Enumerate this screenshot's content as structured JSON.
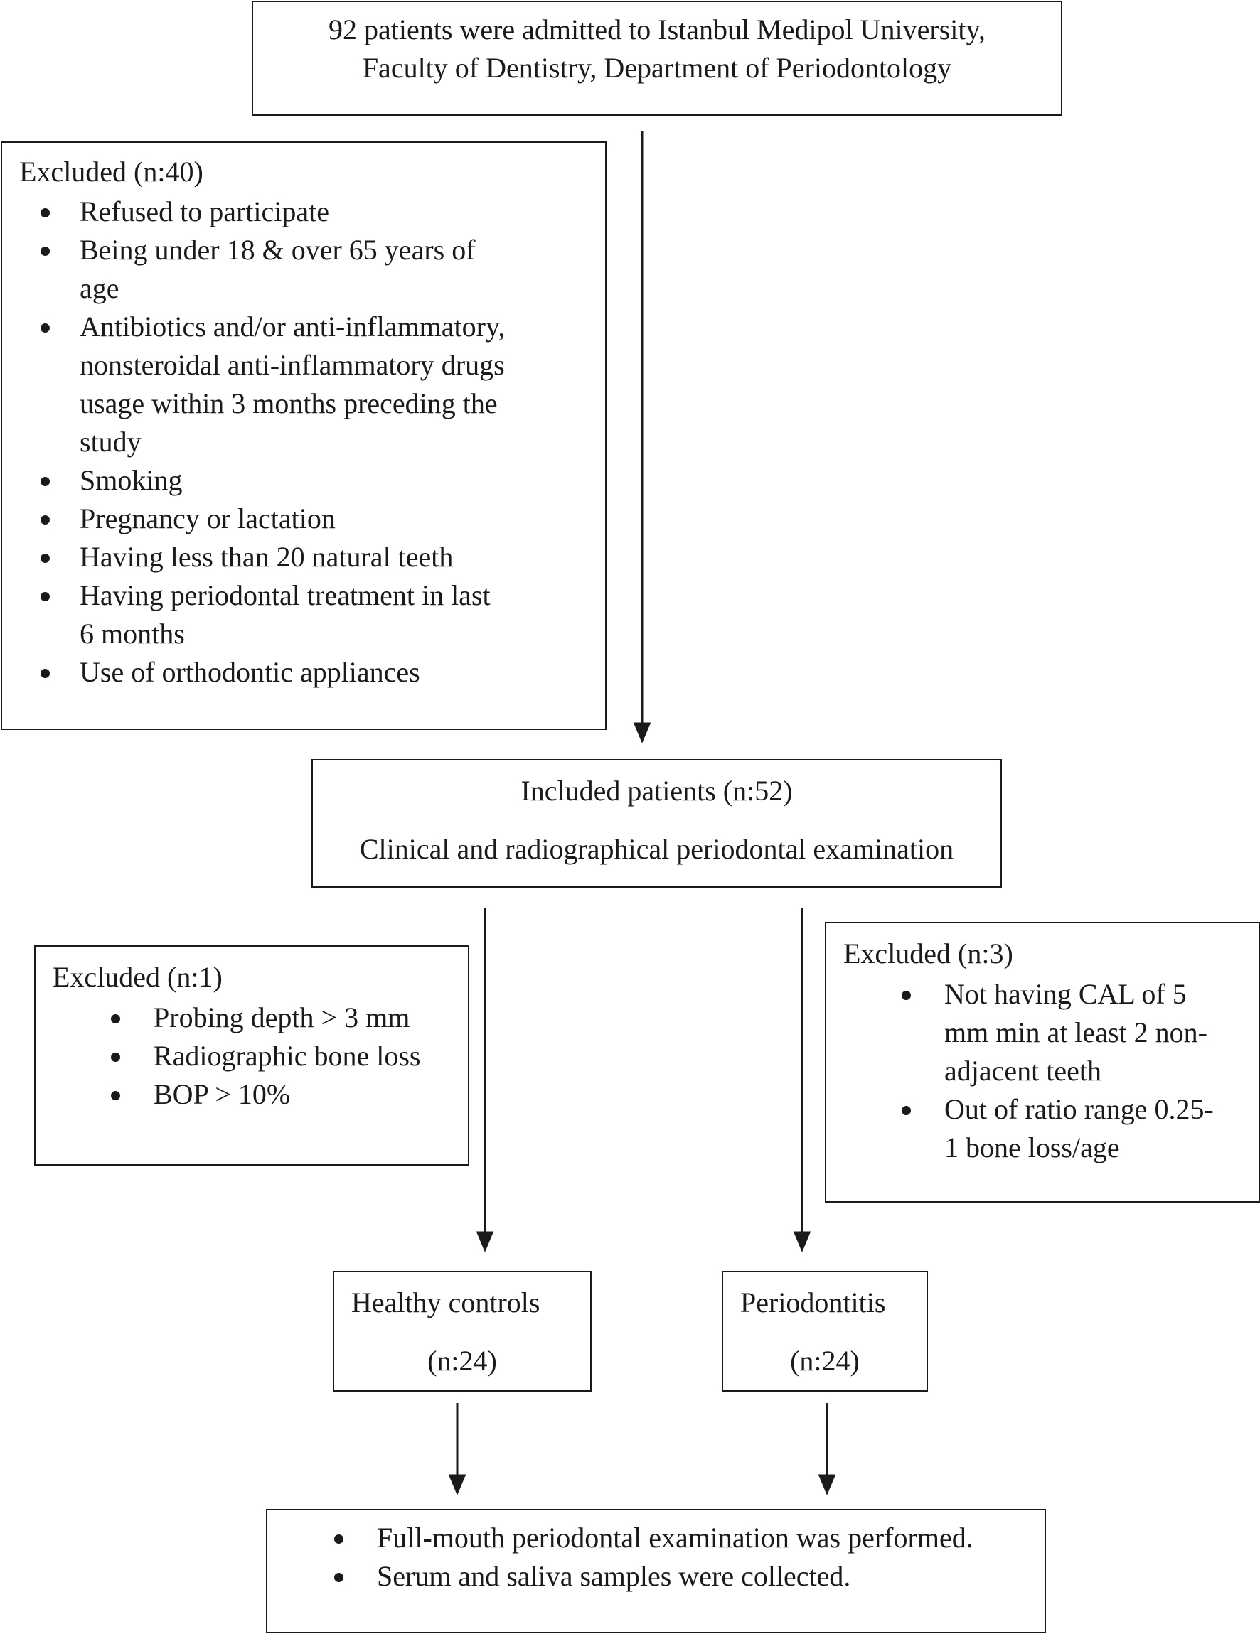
{
  "top_box": {
    "lines": [
      "92 patients were admitted to Istanbul Medipol University,",
      "Faculty of Dentistry, Department of Periodontology"
    ]
  },
  "excluded_main": {
    "title": "Excluded (n:40)",
    "items": [
      [
        "Refused to participate"
      ],
      [
        "Being under 18 & over 65 years of",
        "age"
      ],
      [
        "Antibiotics and/or anti-inflammatory,",
        "nonsteroidal anti-inflammatory drugs",
        "usage within 3 months preceding the",
        "study"
      ],
      [
        "Smoking"
      ],
      [
        "Pregnancy or lactation"
      ],
      [
        "Having less than 20 natural teeth"
      ],
      [
        "Having periodontal treatment in last",
        "6 months"
      ],
      [
        "Use of orthodontic appliances"
      ]
    ]
  },
  "included_box": {
    "title": "Included patients (n:52)",
    "subtitle": "Clinical and radiographical periodontal examination"
  },
  "excluded_left": {
    "title": "Excluded (n:1)",
    "items": [
      [
        "Probing depth > 3 mm"
      ],
      [
        "Radiographic bone loss"
      ],
      [
        "BOP > 10%"
      ]
    ]
  },
  "excluded_right": {
    "title": "Excluded (n:3)",
    "items": [
      [
        "Not having CAL of 5",
        "mm min at least 2 non-",
        "adjacent teeth"
      ],
      [
        "Out of ratio range 0.25-",
        "1 bone loss/age"
      ]
    ]
  },
  "healthy_box": {
    "title": "Healthy controls",
    "count": "(n:24)"
  },
  "perio_box": {
    "title": "Periodontitis",
    "count": "(n:24)"
  },
  "final_box": {
    "items": [
      [
        "Full-mouth periodontal examination was performed."
      ],
      [
        "Serum and saliva samples were collected."
      ]
    ]
  }
}
